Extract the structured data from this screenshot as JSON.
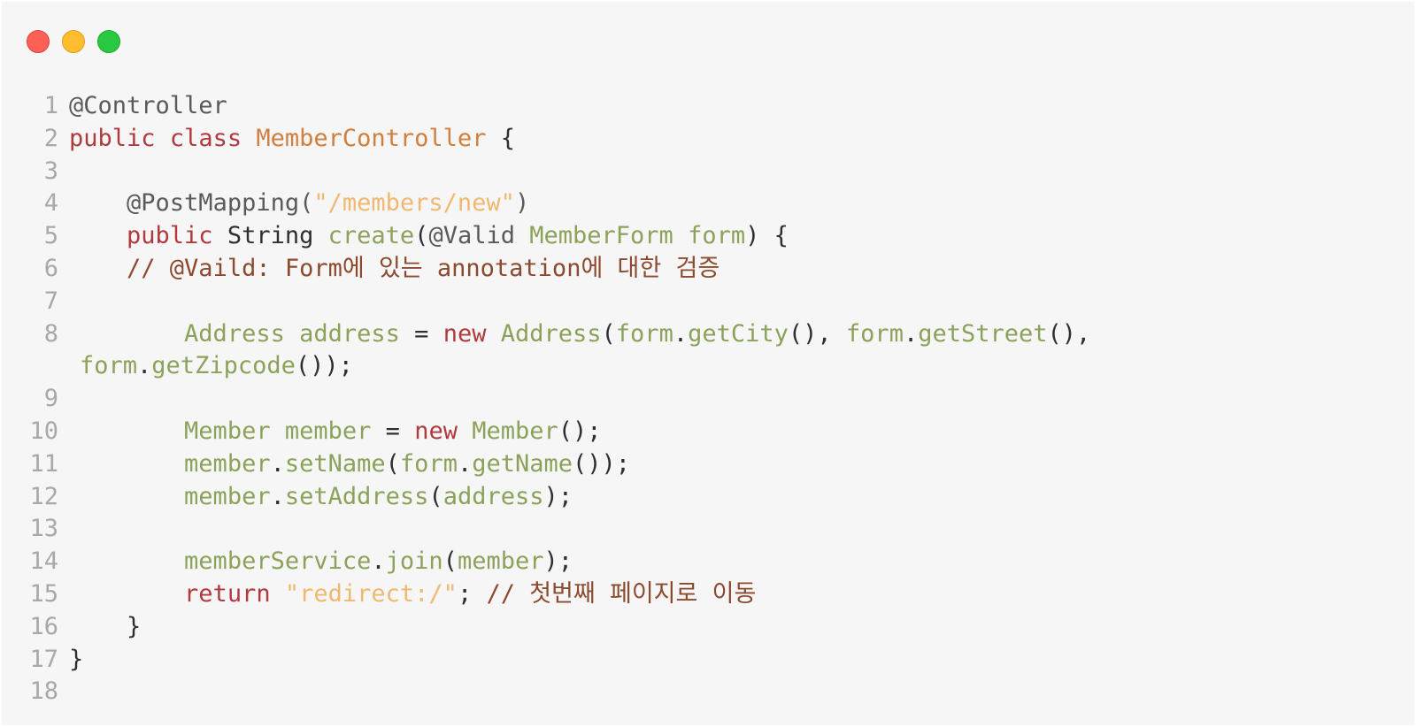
{
  "window": {
    "controls": [
      "close",
      "minimize",
      "zoom"
    ]
  },
  "colors": {
    "background": "#f6f6f6",
    "keyword": "#b03a3e",
    "class": "#d07f3f",
    "identifier": "#8aa25a",
    "string": "#f0b870",
    "comment": "#8b4a2e",
    "line_number": "#a8a8a8"
  },
  "code": {
    "lines": [
      {
        "n": "1",
        "tokens": [
          [
            "ann",
            "@Controller"
          ]
        ]
      },
      {
        "n": "2",
        "tokens": [
          [
            "kw",
            "public"
          ],
          [
            "pl",
            " "
          ],
          [
            "kw",
            "class"
          ],
          [
            "pl",
            " "
          ],
          [
            "cls",
            "MemberController"
          ],
          [
            "pl",
            " {"
          ]
        ]
      },
      {
        "n": "3",
        "tokens": []
      },
      {
        "n": "4",
        "tokens": [
          [
            "pl",
            "    "
          ],
          [
            "ann",
            "@PostMapping("
          ],
          [
            "str",
            "\"/members/new\""
          ],
          [
            "ann",
            ")"
          ]
        ]
      },
      {
        "n": "5",
        "tokens": [
          [
            "pl",
            "    "
          ],
          [
            "kw",
            "public"
          ],
          [
            "pl",
            " String "
          ],
          [
            "fn",
            "create"
          ],
          [
            "pl",
            "("
          ],
          [
            "ann",
            "@Valid"
          ],
          [
            "pl",
            " "
          ],
          [
            "fn",
            "MemberForm"
          ],
          [
            "pl",
            " "
          ],
          [
            "fn",
            "form"
          ],
          [
            "pl",
            ") {"
          ]
        ]
      },
      {
        "n": "6",
        "tokens": [
          [
            "pl",
            "    "
          ],
          [
            "cm",
            "// @Vaild: Form에 있는 annotation에 대한 검증"
          ]
        ]
      },
      {
        "n": "7",
        "tokens": []
      },
      {
        "n": "8",
        "tokens": [
          [
            "pl",
            "        "
          ],
          [
            "fn",
            "Address"
          ],
          [
            "pl",
            " "
          ],
          [
            "fn",
            "address"
          ],
          [
            "pl",
            " = "
          ],
          [
            "kw",
            "new"
          ],
          [
            "pl",
            " "
          ],
          [
            "fn",
            "Address"
          ],
          [
            "pl",
            "("
          ],
          [
            "fn",
            "form"
          ],
          [
            "pl",
            "."
          ],
          [
            "fn",
            "getCity"
          ],
          [
            "pl",
            "(), "
          ],
          [
            "fn",
            "form"
          ],
          [
            "pl",
            "."
          ],
          [
            "fn",
            "getStreet"
          ],
          [
            "pl",
            "(),"
          ]
        ],
        "cont": [
          [
            "fn",
            "form"
          ],
          [
            "pl",
            "."
          ],
          [
            "fn",
            "getZipcode"
          ],
          [
            "pl",
            "());"
          ]
        ]
      },
      {
        "n": "9",
        "tokens": []
      },
      {
        "n": "10",
        "tokens": [
          [
            "pl",
            "        "
          ],
          [
            "fn",
            "Member"
          ],
          [
            "pl",
            " "
          ],
          [
            "fn",
            "member"
          ],
          [
            "pl",
            " = "
          ],
          [
            "kw",
            "new"
          ],
          [
            "pl",
            " "
          ],
          [
            "fn",
            "Member"
          ],
          [
            "pl",
            "();"
          ]
        ]
      },
      {
        "n": "11",
        "tokens": [
          [
            "pl",
            "        "
          ],
          [
            "fn",
            "member"
          ],
          [
            "pl",
            "."
          ],
          [
            "fn",
            "setName"
          ],
          [
            "pl",
            "("
          ],
          [
            "fn",
            "form"
          ],
          [
            "pl",
            "."
          ],
          [
            "fn",
            "getName"
          ],
          [
            "pl",
            "());"
          ]
        ]
      },
      {
        "n": "12",
        "tokens": [
          [
            "pl",
            "        "
          ],
          [
            "fn",
            "member"
          ],
          [
            "pl",
            "."
          ],
          [
            "fn",
            "setAddress"
          ],
          [
            "pl",
            "("
          ],
          [
            "fn",
            "address"
          ],
          [
            "pl",
            ");"
          ]
        ]
      },
      {
        "n": "13",
        "tokens": []
      },
      {
        "n": "14",
        "tokens": [
          [
            "pl",
            "        "
          ],
          [
            "fn",
            "memberService"
          ],
          [
            "pl",
            "."
          ],
          [
            "fn",
            "join"
          ],
          [
            "pl",
            "("
          ],
          [
            "fn",
            "member"
          ],
          [
            "pl",
            ");"
          ]
        ]
      },
      {
        "n": "15",
        "tokens": [
          [
            "pl",
            "        "
          ],
          [
            "kw",
            "return"
          ],
          [
            "pl",
            " "
          ],
          [
            "str",
            "\"redirect:/\""
          ],
          [
            "pl",
            "; "
          ],
          [
            "cm",
            "// 첫번째 페이지로 이동"
          ]
        ]
      },
      {
        "n": "16",
        "tokens": [
          [
            "pl",
            "    }"
          ]
        ]
      },
      {
        "n": "17",
        "tokens": [
          [
            "pl",
            "}"
          ]
        ]
      },
      {
        "n": "18",
        "tokens": []
      }
    ]
  }
}
